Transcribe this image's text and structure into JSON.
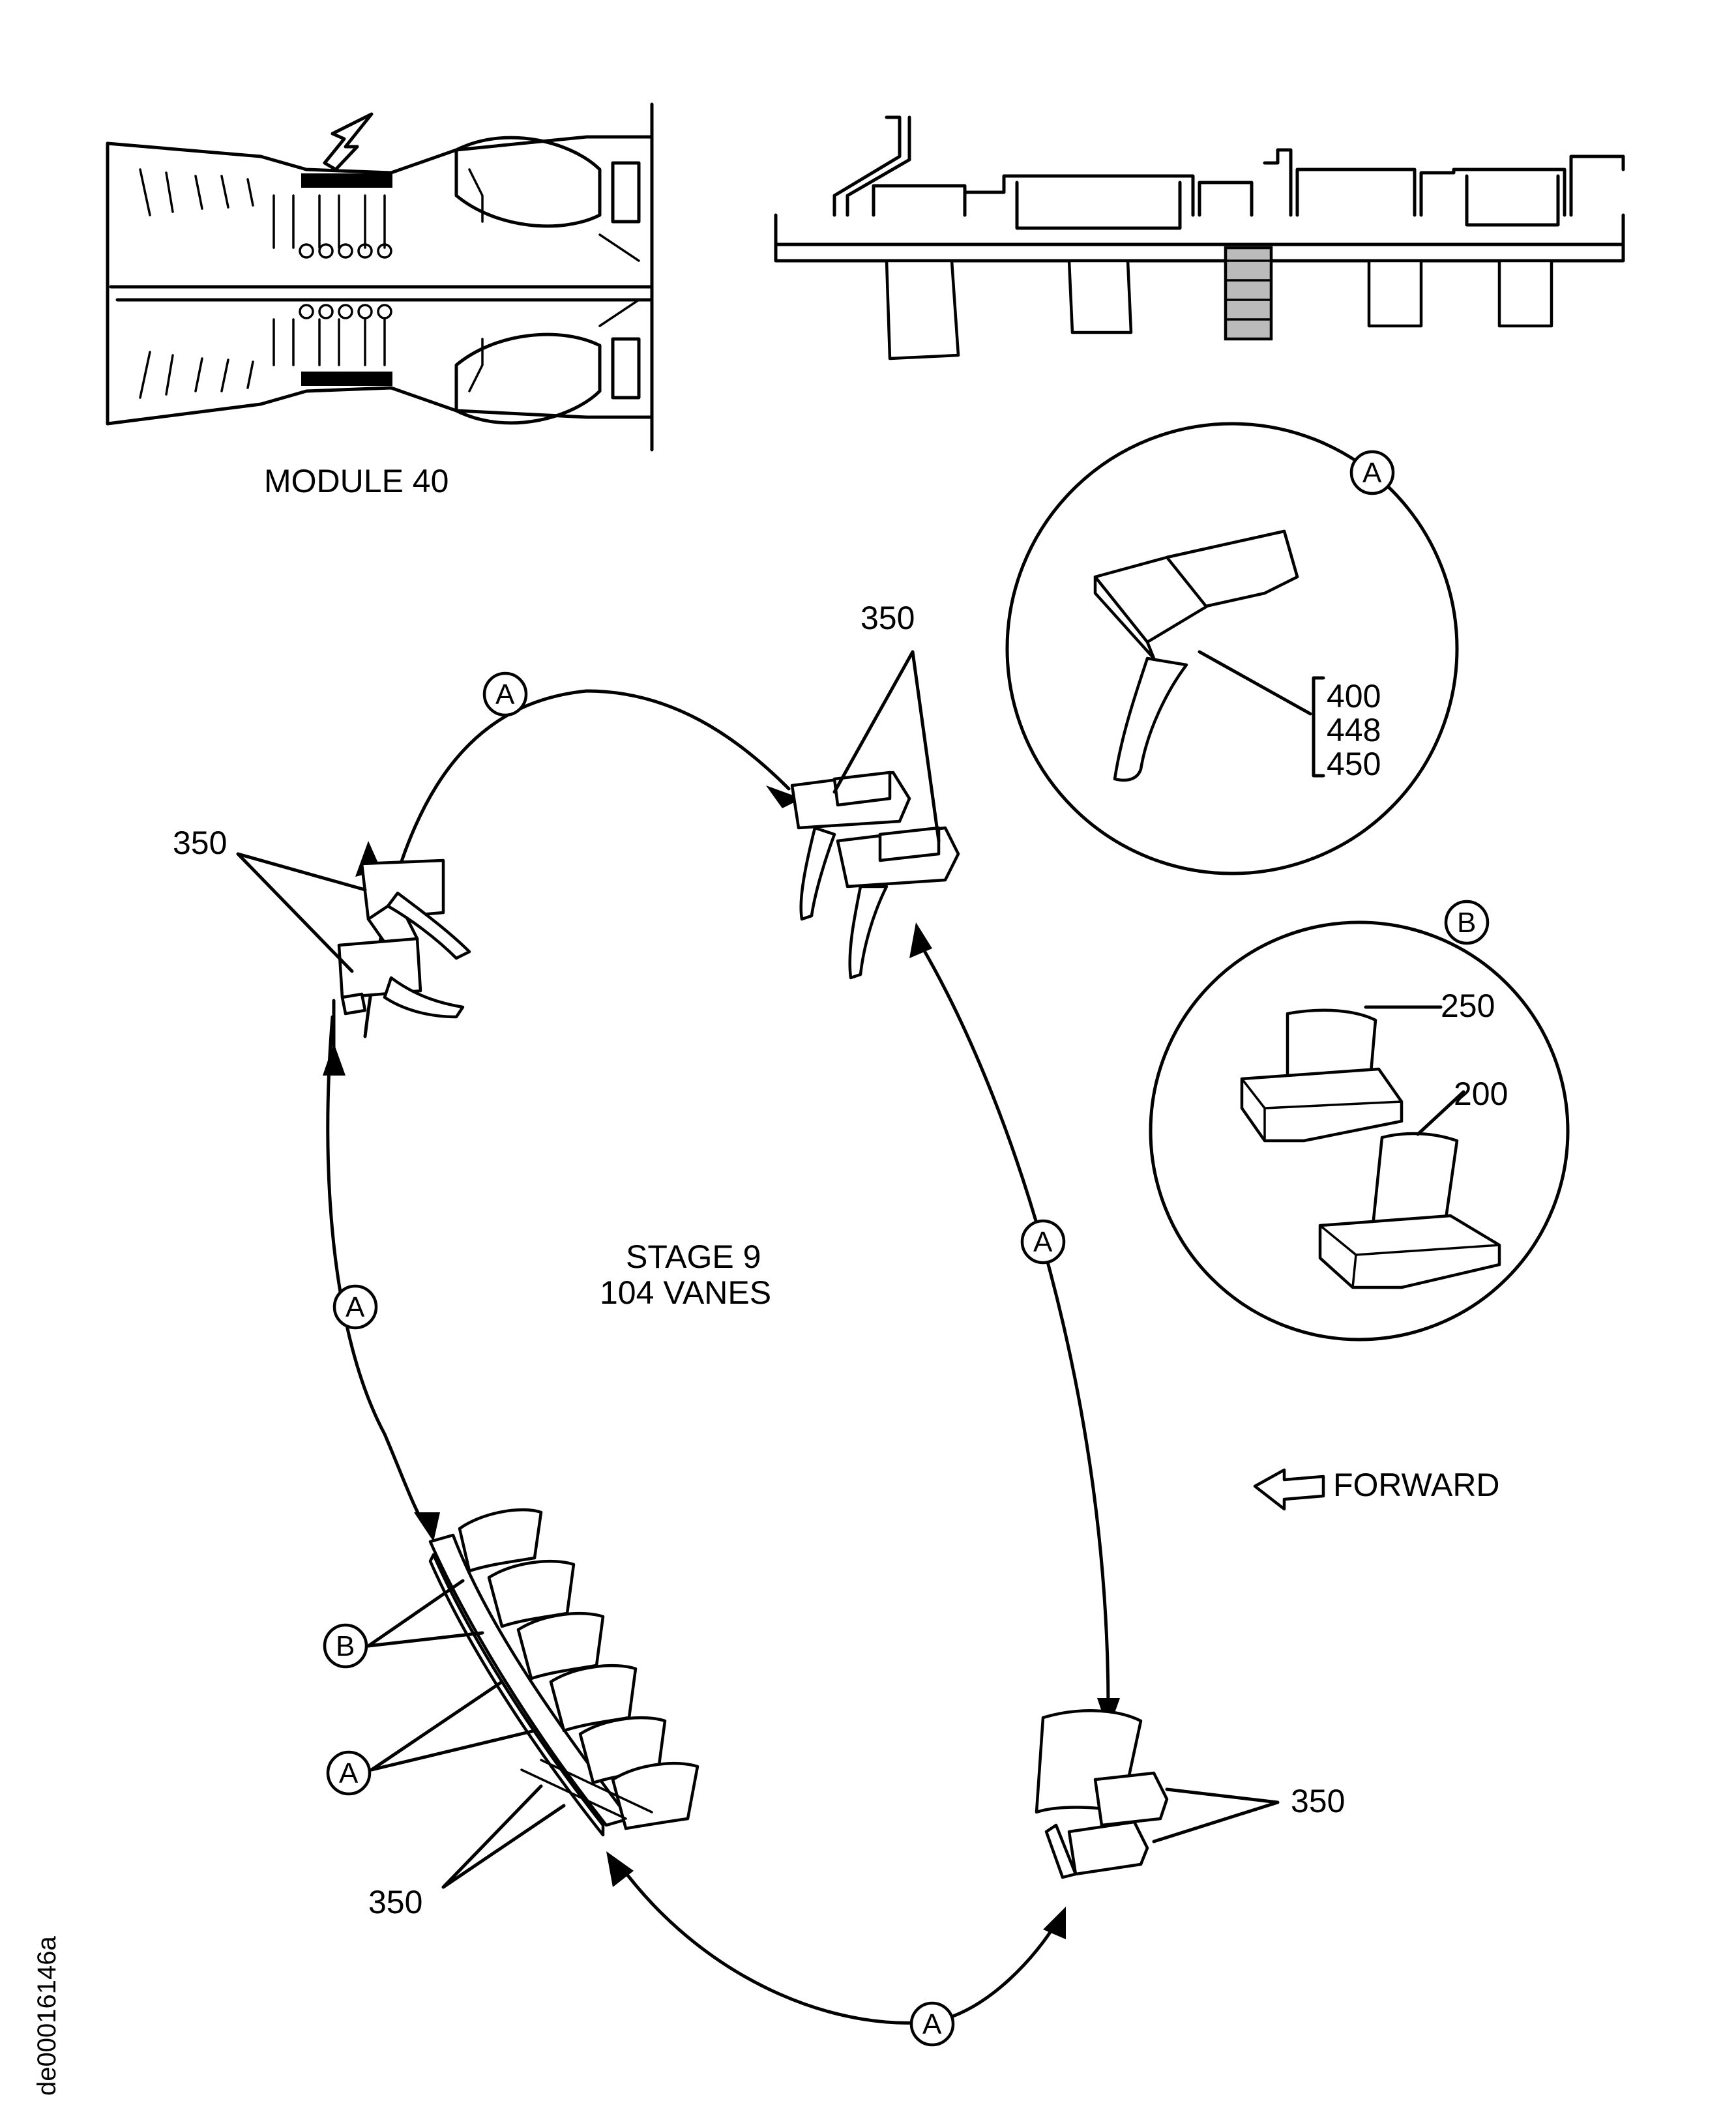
{
  "module_caption": "MODULE 40",
  "stage_caption": {
    "line1": "STAGE 9",
    "line2": "104 VANES"
  },
  "forward_label": "FORWARD",
  "callouts": {
    "ref_a": "A",
    "ref_b": "B",
    "c350": "350",
    "c250": "250",
    "c200": "200",
    "c400": "400",
    "c448": "448",
    "c450": "450"
  },
  "figure_code": "de00016146a"
}
